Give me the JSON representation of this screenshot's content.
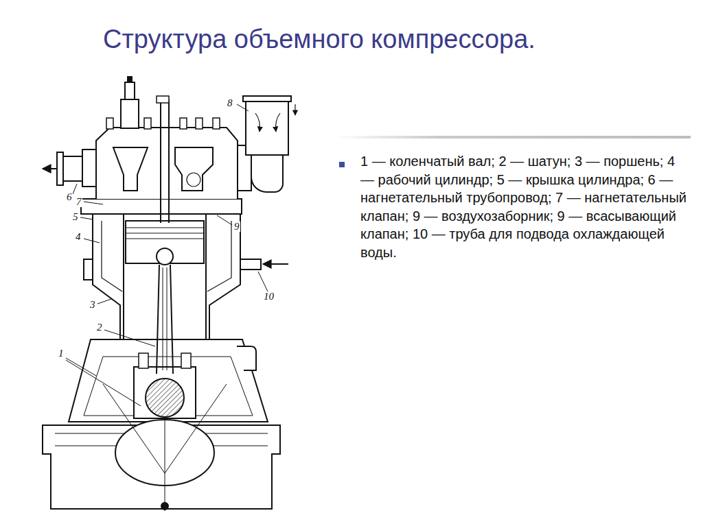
{
  "diagram": {
    "title": "Структура объемного компрессора.",
    "labels": [
      "8",
      "6",
      "7",
      "5",
      "4",
      "3",
      "2",
      "1",
      "9",
      "10",
      "1 — коленчатый вал; 2 — шатун; 3 — поршень; 4 — рабочий цилиндр; 5 — крышка цилиндра; 6 — нагнетательный трубопровод; 7 — нагнетательный клапан; 9 — воздухозаборник; 9 — всасывающий клапан; 10 — труба для подвода охлаждающей воды."
    ]
  }
}
